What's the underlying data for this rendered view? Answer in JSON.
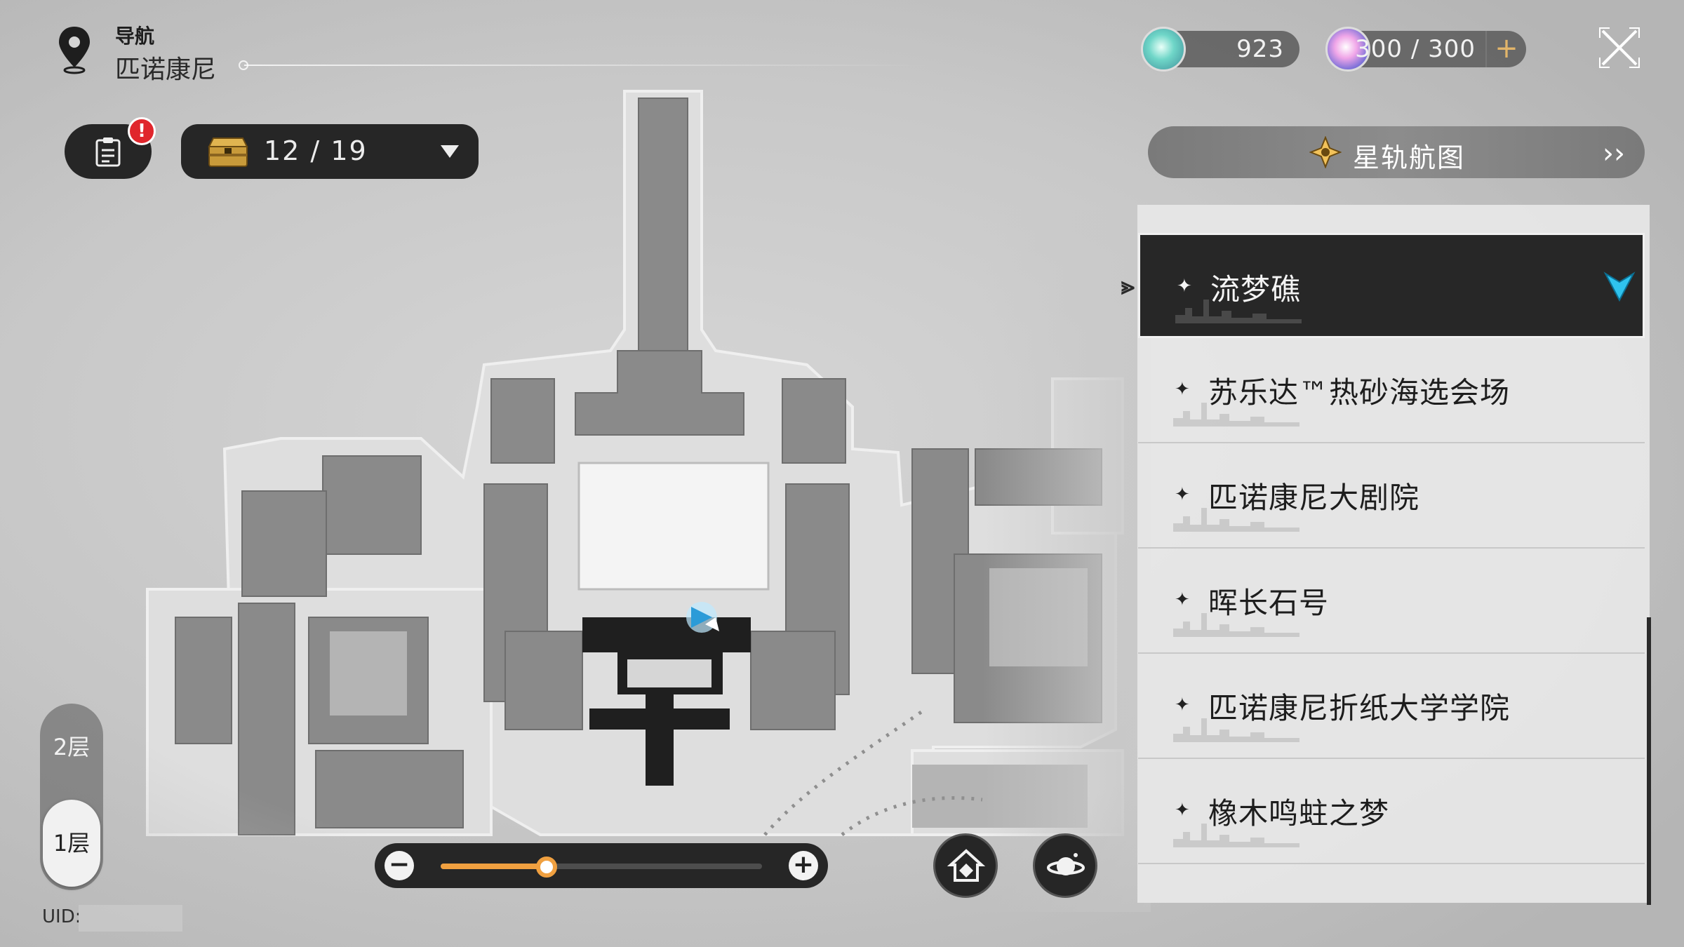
{
  "nav": {
    "label": "导航",
    "region": "匹诺康尼"
  },
  "treasure": {
    "count": "12 / 19"
  },
  "currencies": {
    "stellar_jade": "923",
    "trailblaze_power": "300 / 300",
    "add_symbol": "+"
  },
  "star_rail_map": {
    "label": "星轨航图",
    "arrow": "››"
  },
  "locations": [
    {
      "name": "流梦礁",
      "selected": true
    },
    {
      "name": "苏乐达™热砂海选会场",
      "selected": false
    },
    {
      "name": "匹诺康尼大剧院",
      "selected": false
    },
    {
      "name": "晖长石号",
      "selected": false
    },
    {
      "name": "匹诺康尼折纸大学学院",
      "selected": false
    },
    {
      "name": "橡木鸣蛀之梦",
      "selected": false
    }
  ],
  "floors": {
    "upper": "2层",
    "current": "1层"
  },
  "uid_label": "UID:",
  "zoom": {
    "level": 0.33,
    "minus": "−",
    "plus": "+"
  },
  "alert_badge": "!",
  "sparkle_glyph": "✦",
  "colors": {
    "accent_orange": "#f0a040",
    "selected_bg": "#272727",
    "alert_red": "#e0262c",
    "marker_cyan": "#2fc3ee"
  }
}
